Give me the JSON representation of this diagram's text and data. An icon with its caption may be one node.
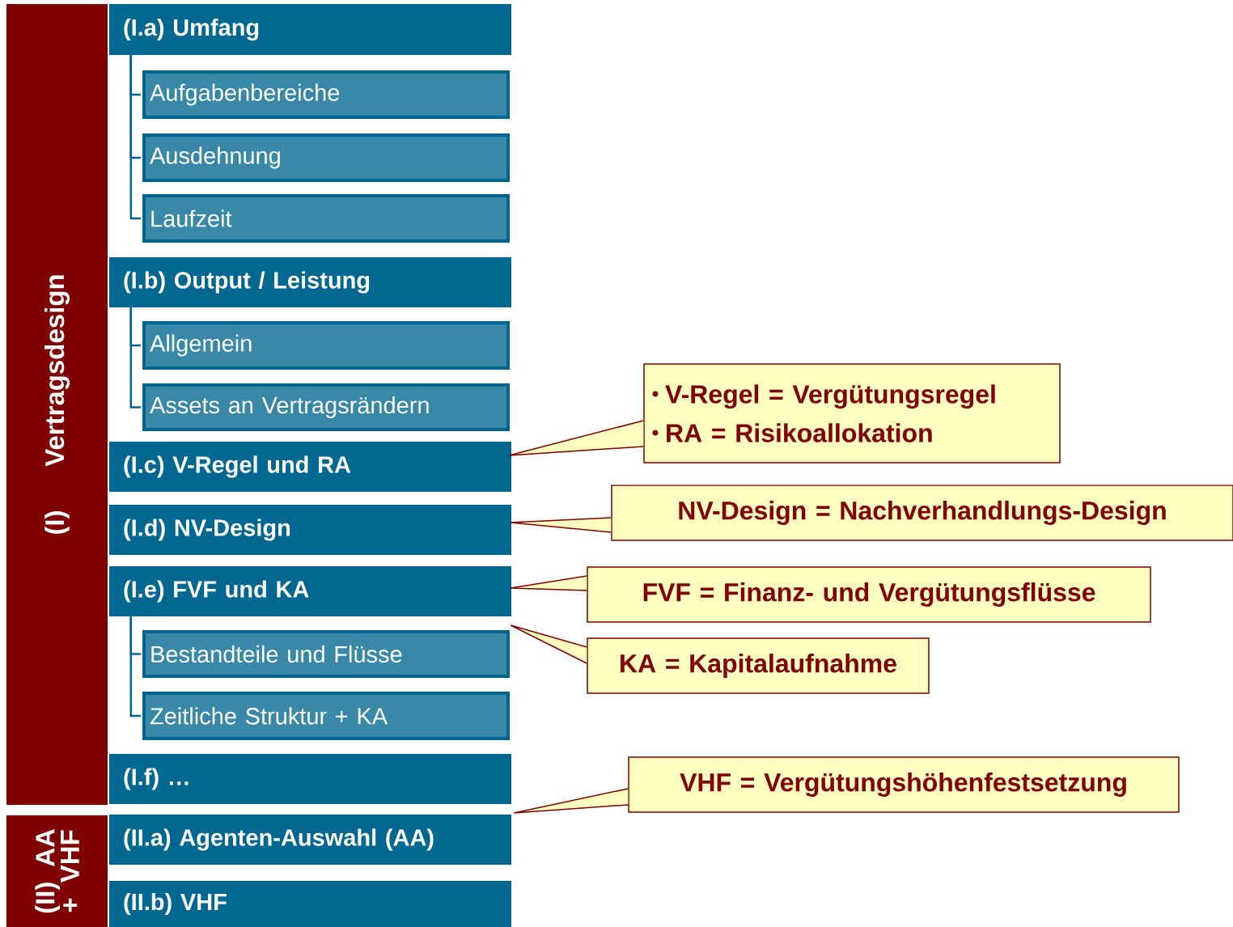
{
  "diagram": {
    "nodes": [
      {
        "text": [
          "(I) Vertragsdesign"
        ]
      },
      {
        "text": [
          "(I.a) Umfang"
        ]
      },
      {
        "text": [
          "Aufgabenbereiche"
        ]
      },
      {
        "text": [
          "Ausdehnung"
        ]
      },
      {
        "text": [
          "Laufzeit"
        ]
      },
      {
        "text": [
          "(I.b) Output / Leistung"
        ]
      },
      {
        "text": [
          "Allgemein"
        ]
      },
      {
        "text": [
          "Assets an Vertragsrändern"
        ]
      },
      {
        "text": [
          "(I.c) V-Regel und RA"
        ]
      },
      {
        "text": [
          "(I.d) NV-Design"
        ]
      },
      {
        "text": [
          "(I.e) FVF und KA"
        ]
      },
      {
        "text": [
          "Bestandteile und Flüsse"
        ]
      },
      {
        "text": [
          "Zeitliche Struktur + KA"
        ]
      },
      {
        "text": [
          "(I.f) …"
        ]
      },
      {
        "text": [
          "(II) AA + VHF"
        ]
      },
      {
        "text": [
          "(II.a) Agenten-Auswahl (AA)"
        ]
      },
      {
        "text": [
          "(II.b) VHF"
        ]
      },
      {
        "text": [
          "V-Regel = Vergütungsregel",
          "RA = Risikoallokation"
        ]
      },
      {
        "text": [
          "NV-Design = Nachverhandlungs-Design"
        ]
      },
      {
        "text": [
          "FVF = Finanz- und Vergütungsflüsse"
        ]
      },
      {
        "text": [
          "KA = Kapitalaufnahme"
        ]
      },
      {
        "text": [
          "VHF = Vergütungshöhenfestsetzung"
        ]
      }
    ],
    "edges": [
      {
        "from": 1,
        "to": 2,
        "arrow": "none"
      },
      {
        "from": 1,
        "to": 3,
        "arrow": "none"
      },
      {
        "from": 1,
        "to": 4,
        "arrow": "none"
      },
      {
        "from": 5,
        "to": 6,
        "arrow": "none"
      },
      {
        "from": 5,
        "to": 7,
        "arrow": "none"
      },
      {
        "from": 10,
        "to": 11,
        "arrow": "none"
      },
      {
        "from": 10,
        "to": 12,
        "arrow": "none"
      },
      {
        "from": 17,
        "to": 8,
        "arrow": "none",
        "color": "#800000"
      },
      {
        "from": 18,
        "to": 9,
        "arrow": "none",
        "color": "#800000"
      },
      {
        "from": 19,
        "to": 10,
        "arrow": "none",
        "color": "#800000"
      },
      {
        "from": 20,
        "to": 10,
        "arrow": "none",
        "color": "#800000"
      },
      {
        "from": 21,
        "to": 15,
        "arrow": "none",
        "color": "#800000"
      }
    ]
  }
}
